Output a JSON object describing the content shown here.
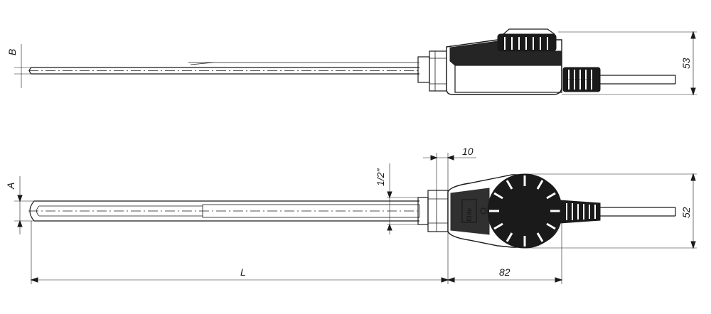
{
  "dimensions": {
    "top_height_label": "B",
    "top_body_height": "53",
    "bottom_height_label": "A",
    "thread_label": "1/2\"",
    "nut_width": "10",
    "body_height": "52",
    "length_label": "L",
    "body_length": "82"
  },
  "logo": {
    "brand_text": "Elite"
  }
}
